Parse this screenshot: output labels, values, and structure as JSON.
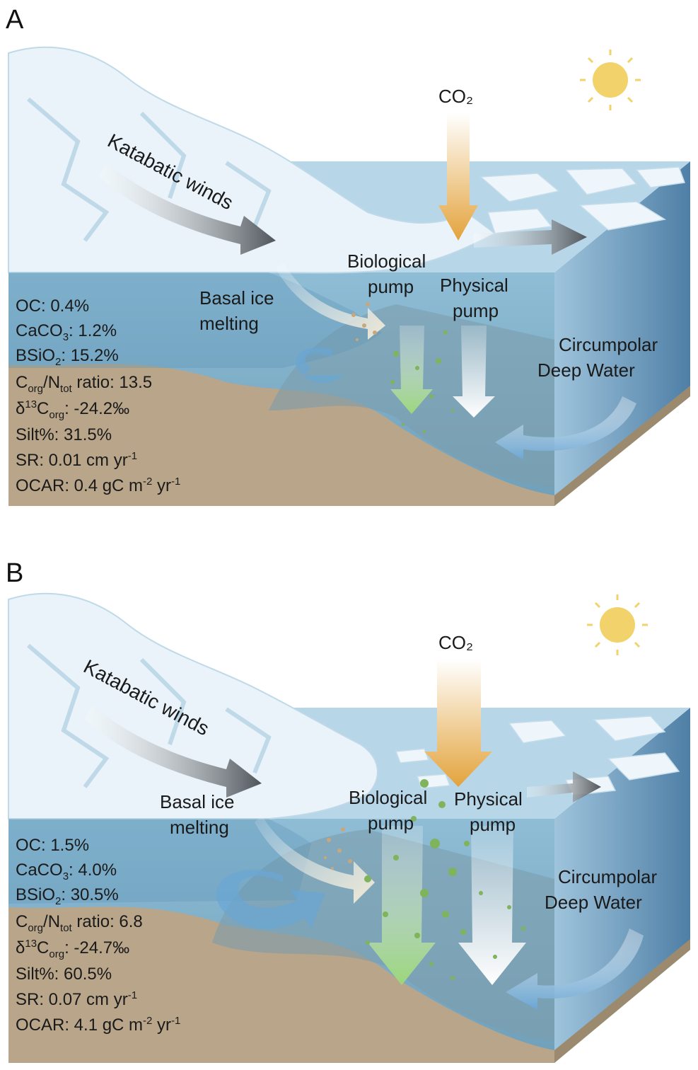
{
  "panels": [
    {
      "letter": "A",
      "co2": "CO₂",
      "katabatic": "Katabatic winds",
      "biological": [
        "Biological",
        "pump"
      ],
      "physical": [
        "Physical",
        "pump"
      ],
      "basal": [
        "Basal ice",
        "melting"
      ],
      "cdw": [
        "Circumpolar",
        "Deep Water"
      ],
      "stats": {
        "oc": "OC: 0.4%",
        "caco3_pre": "CaCO",
        "caco3_sub": "3",
        "caco3_post": ": 1.2%",
        "bsio2_pre": "BSiO",
        "bsio2_sub": "2",
        "bsio2_post": ": 15.2%",
        "cn_c": "C",
        "cn_sub1": "org",
        "cn_mid": "/N",
        "cn_sub2": "tot",
        "cn_post": " ratio: 13.5",
        "d13_pre": "δ",
        "d13_sup": "13",
        "d13_c": "C",
        "d13_sub": "org",
        "d13_post": ": -24.2‰",
        "silt": "Silt%: 31.5%",
        "sr_pre": "SR: 0.01 cm yr",
        "sr_sup": "-1",
        "ocar_pre": "OCAR: 0.4 gC m",
        "ocar_sup1": "-2",
        "ocar_mid": " yr",
        "ocar_sup2": "-1"
      }
    },
    {
      "letter": "B",
      "co2": "CO₂",
      "katabatic": "Katabatic winds",
      "biological": [
        "Biological",
        "pump"
      ],
      "physical": [
        "Physical",
        "pump"
      ],
      "basal": [
        "Basal ice",
        "melting"
      ],
      "cdw": [
        "Circumpolar",
        "Deep Water"
      ],
      "stats": {
        "oc": "OC: 1.5%",
        "caco3_pre": "CaCO",
        "caco3_sub": "3",
        "caco3_post": ": 4.0%",
        "bsio2_pre": "BSiO",
        "bsio2_sub": "2",
        "bsio2_post": ": 30.5%",
        "cn_c": "C",
        "cn_sub1": "org",
        "cn_mid": "/N",
        "cn_sub2": "tot",
        "cn_post": " ratio: 6.8",
        "d13_pre": "δ",
        "d13_sup": "13",
        "d13_c": "C",
        "d13_sub": "org",
        "d13_post": ": -24.7‰",
        "silt": "Silt%: 60.5%",
        "sr_pre": "SR: 0.07 cm yr",
        "sr_sup": "-1",
        "ocar_pre": "OCAR: 4.1 gC m",
        "ocar_sup1": "-2",
        "ocar_mid": " yr",
        "ocar_sup2": "-1"
      }
    }
  ],
  "colors": {
    "sea_light": "#a9cfe2",
    "sea_deep": "#5f96b6",
    "ice": "#e9f3f9",
    "ice_shadow": "#bfd9e9",
    "sediment": "#b9a68a",
    "sediment_dark": "#9c8a6e",
    "co2_arrow": "#e3a33c",
    "wind_arrow": "#555a60",
    "bio_arrow": "#a6d98a",
    "sun": "#f2d26b"
  }
}
